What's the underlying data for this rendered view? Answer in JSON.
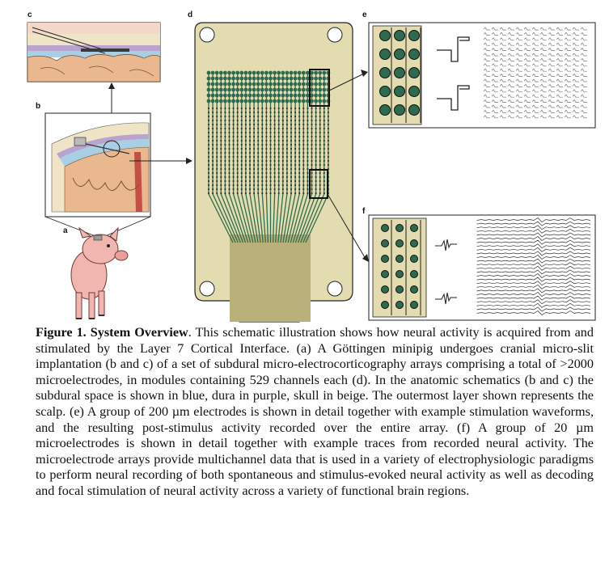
{
  "panel_labels": {
    "a": "a",
    "b": "b",
    "c": "c",
    "d": "d",
    "e": "e",
    "f": "f"
  },
  "caption": {
    "heading": "Figure 1. System Overview",
    "body": ". This schematic illustration shows how neural activity is acquired from and stimulated by the Layer 7 Cortical Interface. (a) A Göttingen minipig undergoes cranial micro-slit implantation (b and c) of a set of subdural micro-electrocorticography arrays comprising a total of >2000 microelectrodes, in modules containing 529 channels each (d). In the anatomic schematics (b and c) the subdural space is shown in blue, dura in purple, skull in beige. The outermost layer shown represents the scalp. (e) A group of 200 µm electrodes is shown in detail together with example stimulation waveforms, and the resulting post-stimulus activity recorded over the entire array. (f) A group of 20 µm microelectrodes is shown in detail together with example traces from recorded neural activity. The microelectrode arrays provide multichannel data that is used in a variety of electrophysiologic paradigms to perform neural recording of both spontaneous and stimulus-evoked neural activity as well as decoding and focal stimulation of neural activity across a variety of functional brain regions."
  },
  "colors": {
    "board": "#e3dcb0",
    "trace": "#2e6d4f",
    "electrode": "#2d6a4f",
    "subdural": "#a9cfe4",
    "dura": "#b9a3cf",
    "skull": "#efe4c5",
    "brain": "#e9b88f",
    "pig": "#f2b6b0"
  }
}
